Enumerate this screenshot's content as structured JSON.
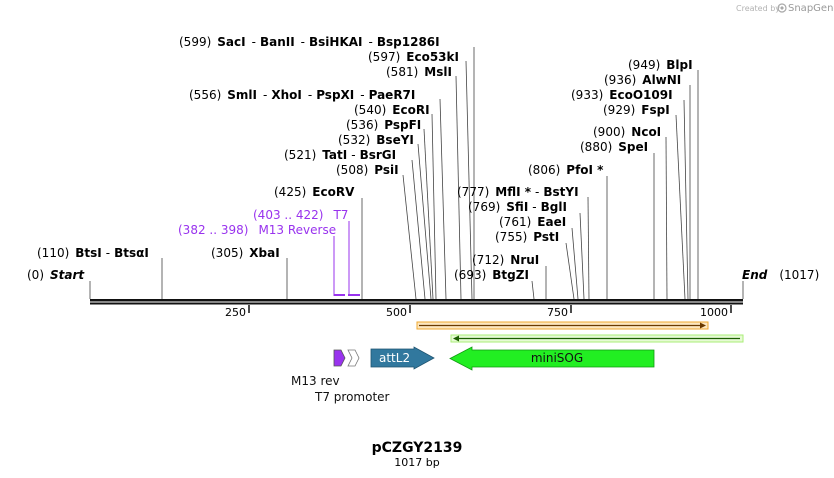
{
  "branding": {
    "created_by": "Created by",
    "app_name": "SnapGene",
    "logo_icon": "snapgene-logo-icon"
  },
  "plasmid": {
    "name": "pCZGY2139",
    "length_text": "1017 bp",
    "length": 1017
  },
  "ends": {
    "start_pos": "(0)",
    "start_label": "Start",
    "end_label": "End",
    "end_pos": "(1017)"
  },
  "ruler": {
    "ticks": [
      "250",
      "500",
      "750",
      "1000"
    ]
  },
  "sites": [
    {
      "pos": "(110)",
      "names": [
        "BtsI",
        "BtsαI"
      ]
    },
    {
      "pos": "(305)",
      "names": [
        "XbaI"
      ]
    },
    {
      "pos": "(425)",
      "names": [
        "EcoRV"
      ]
    },
    {
      "pos": "(508)",
      "names": [
        "PsiI"
      ]
    },
    {
      "pos": "(521)",
      "names": [
        "TatI",
        "BsrGI"
      ]
    },
    {
      "pos": "(532)",
      "names": [
        "BseYI"
      ]
    },
    {
      "pos": "(536)",
      "names": [
        "PspFI"
      ]
    },
    {
      "pos": "(540)",
      "names": [
        "EcoRI"
      ]
    },
    {
      "pos": "(556)",
      "names": [
        "SmlI",
        "XhoI",
        "PspXI",
        "PaeR7I"
      ]
    },
    {
      "pos": "(581)",
      "names": [
        "MslI"
      ]
    },
    {
      "pos": "(597)",
      "names": [
        "Eco53kI"
      ]
    },
    {
      "pos": "(599)",
      "names": [
        "SacI",
        "BanII",
        "BsiHKAI",
        "Bsp1286I"
      ]
    },
    {
      "pos": "(693)",
      "names": [
        "BtgZI"
      ]
    },
    {
      "pos": "(712)",
      "names": [
        "NruI"
      ]
    },
    {
      "pos": "(755)",
      "names": [
        "PstI"
      ]
    },
    {
      "pos": "(761)",
      "names": [
        "EaeI"
      ]
    },
    {
      "pos": "(769)",
      "names": [
        "SfiI",
        "BglI"
      ]
    },
    {
      "pos": "(777)",
      "names": [
        "MflI *",
        "BstYI"
      ]
    },
    {
      "pos": "(806)",
      "names": [
        "PfoI *"
      ]
    },
    {
      "pos": "(880)",
      "names": [
        "SpeI"
      ]
    },
    {
      "pos": "(900)",
      "names": [
        "NcoI"
      ]
    },
    {
      "pos": "(929)",
      "names": [
        "FspI"
      ]
    },
    {
      "pos": "(933)",
      "names": [
        "EcoO109I"
      ]
    },
    {
      "pos": "(936)",
      "names": [
        "AlwNI"
      ]
    },
    {
      "pos": "(949)",
      "names": [
        "BlpI"
      ]
    }
  ],
  "primers": [
    {
      "range": "(382 .. 398)",
      "name": "M13 Reverse",
      "color": "#9933ee"
    },
    {
      "range": "(403 .. 422)",
      "name": "T7",
      "color": "#9933ee"
    }
  ],
  "features": [
    {
      "name": "M13 rev",
      "color": "#9933ee",
      "icon": "m13-rev-arrow-icon"
    },
    {
      "name": "T7 promoter",
      "color": "#ffffff",
      "icon": "t7-promoter-arrow-icon"
    },
    {
      "name": "attL2",
      "color": "#31789e"
    },
    {
      "name": "miniSOG",
      "color": "#22ee22"
    }
  ],
  "orfs": [
    {
      "direction": "forward",
      "color": "#f0a830"
    },
    {
      "direction": "reverse",
      "color": "#aaee77"
    }
  ]
}
